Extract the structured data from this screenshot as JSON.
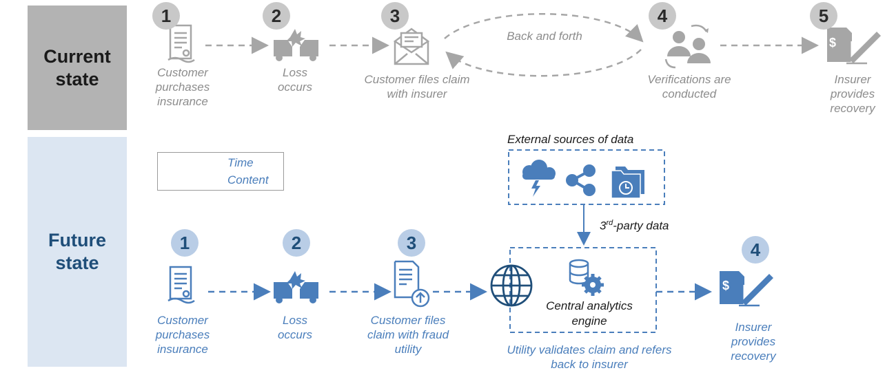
{
  "bands": {
    "current": "Current state",
    "future": "Future state"
  },
  "current": {
    "steps": [
      {
        "num": "1",
        "caption": "Customer purchases insurance",
        "icon": "contract-icon"
      },
      {
        "num": "2",
        "caption": "Loss occurs",
        "icon": "car-crash-icon"
      },
      {
        "num": "3",
        "caption": "Customer files claim with insurer",
        "icon": "envelope-icon"
      },
      {
        "num": "4",
        "caption": "Verifications are conducted",
        "icon": "people-exchange-icon"
      },
      {
        "num": "5",
        "caption": "Insurer provides recovery",
        "icon": "check-sign-icon"
      }
    ],
    "loop_label": "Back and forth"
  },
  "legend": {
    "time": "Time",
    "content": "Content"
  },
  "future": {
    "steps": [
      {
        "num": "1",
        "caption": "Customer purchases insurance",
        "icon": "contract-icon"
      },
      {
        "num": "2",
        "caption": "Loss occurs",
        "icon": "car-crash-icon"
      },
      {
        "num": "3",
        "caption": "Customer files claim with fraud utility",
        "icon": "document-upload-icon"
      },
      {
        "num": "4",
        "caption": "Insurer provides recovery",
        "icon": "check-sign-icon"
      }
    ],
    "external_title": "External sources of data",
    "third_party": {
      "prefix": "3",
      "sup": "rd",
      "suffix": "-party data"
    },
    "engine_label": "Central analytics engine",
    "utility_caption": "Utility validates claim and refers back to insurer",
    "icons": [
      "storm-cloud-icon",
      "share-icon",
      "folder-clock-icon",
      "globe-icon",
      "database-gear-icon"
    ]
  },
  "colors": {
    "current": "#a6a6a6",
    "future": "#4a7ebb",
    "future_dark": "#1f4e79"
  }
}
